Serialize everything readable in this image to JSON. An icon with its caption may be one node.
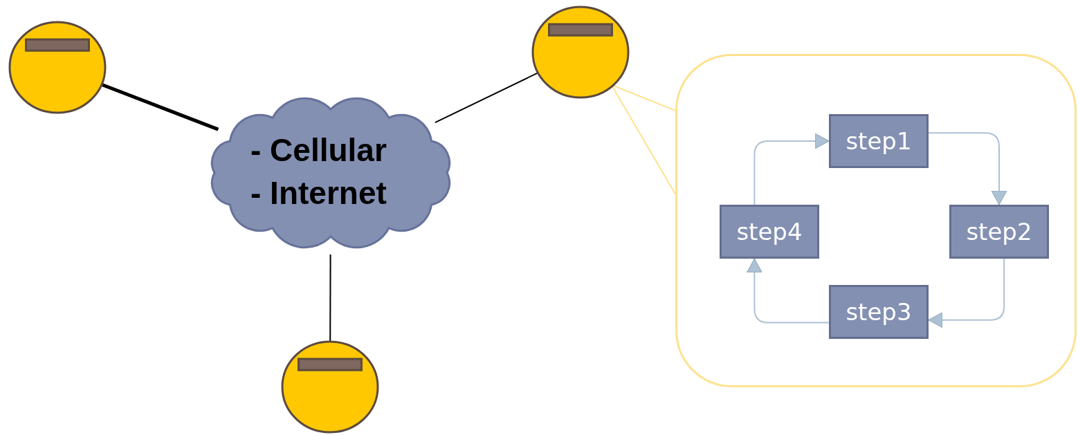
{
  "diagram": {
    "nodes": [
      {
        "text": [],
        "shape": "circle"
      },
      {
        "text": [],
        "shape": "circle"
      },
      {
        "text": [
          "- Cellular",
          "- Internet"
        ]
      },
      {
        "text": [],
        "shape": "box"
      },
      {
        "text": [
          "step1"
        ],
        "in": 3
      },
      {
        "text": [
          "step4"
        ],
        "in": 3
      },
      {
        "text": [
          "step2"
        ],
        "in": 3
      },
      {
        "text": [
          "step3"
        ],
        "in": 3
      },
      {
        "text": [],
        "shape": "circle"
      }
    ],
    "edges": [
      {
        "from": 0,
        "to": 2,
        "arrow": "none",
        "style": "thick",
        "color": "#000000"
      },
      {
        "from": 1,
        "to": 2,
        "arrow": "none",
        "color": "#000000"
      },
      {
        "from": 2,
        "to": 8,
        "arrow": "none",
        "color": "#000000"
      },
      {
        "from": 3,
        "to": 1,
        "arrow": "none",
        "color": "#fde28f"
      },
      {
        "from": 4,
        "to": 6,
        "arrow": "to",
        "color": "#adc1d5"
      },
      {
        "from": 6,
        "to": 7,
        "arrow": "to",
        "color": "#adc1d5"
      },
      {
        "from": 7,
        "to": 5,
        "arrow": "to",
        "color": "#adc1d5"
      },
      {
        "from": 5,
        "to": 4,
        "arrow": "to",
        "color": "#adc1d5"
      }
    ]
  }
}
